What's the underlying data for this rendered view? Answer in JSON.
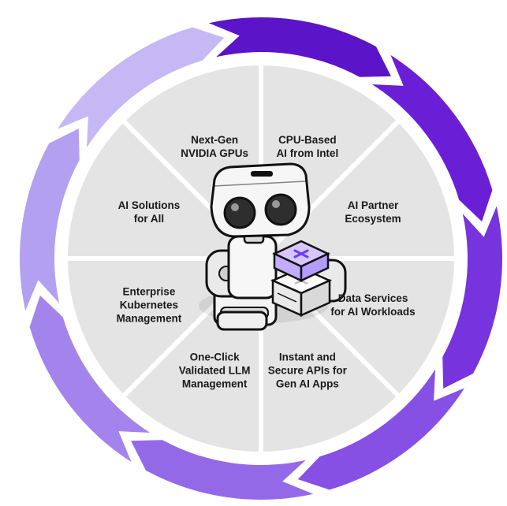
{
  "diagram": {
    "segments": [
      {
        "id": "next-gen-nvidia-gpus",
        "label": "Next-Gen\nNVIDIA GPUs"
      },
      {
        "id": "cpu-based-ai-intel",
        "label": "CPU-Based\nAI from Intel"
      },
      {
        "id": "ai-partner-ecosystem",
        "label": "AI Partner\nEcosystem"
      },
      {
        "id": "data-services",
        "label": "Data Services\nfor AI Workloads"
      },
      {
        "id": "secure-apis",
        "label": "Instant and\nSecure APIs for\nGen AI Apps"
      },
      {
        "id": "llm-management",
        "label": "One-Click\nValidated LLM\nManagement"
      },
      {
        "id": "kubernetes-management",
        "label": "Enterprise\nKubernetes\nManagement"
      },
      {
        "id": "ai-solutions",
        "label": "AI Solutions\nfor All"
      }
    ]
  },
  "colors": {
    "segment_fill": "#e4e4e4",
    "segment_divider": "#ffffff",
    "arrow_shades": [
      "#5b14c8",
      "#6a1fd6",
      "#7733dd",
      "#8550e3",
      "#9369e8",
      "#a284ec",
      "#b3a0f0",
      "#c5b8f4"
    ],
    "robot_body": "#f4f4f4",
    "robot_outline": "#111111",
    "robot_eye": "#2e2e2e",
    "cube_top": "#d7c6ff",
    "cube_side": "#b39bff",
    "cube_mark": "#6b3cff"
  },
  "icons": [
    "robot-mascot-icon",
    "purple-x-cube-icon",
    "server-box-icon"
  ]
}
